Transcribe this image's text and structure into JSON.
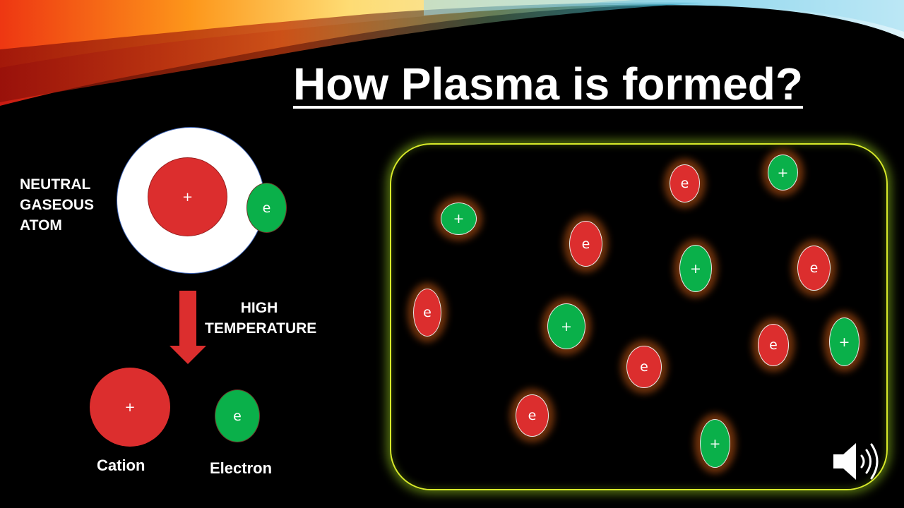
{
  "title": "How Plasma is formed?",
  "labels": {
    "neutral_atom": [
      "NEUTRAL",
      "GASEOUS",
      "ATOM"
    ],
    "high_temperature": [
      "HIGH",
      "TEMPERATURE"
    ],
    "cation": "Cation",
    "electron": "Electron"
  },
  "symbols": {
    "positive": "+",
    "electron": "e"
  },
  "colors": {
    "cation": "#dc2e2e",
    "electron": "#0ab04a",
    "plasma_border": "#d8ea2a",
    "arrow": "#dc2e2e"
  },
  "icons": [
    "speaker-icon"
  ]
}
